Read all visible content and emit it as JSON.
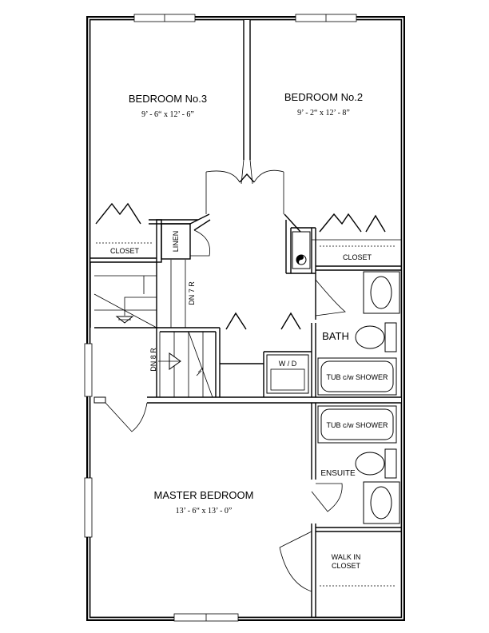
{
  "rooms": {
    "bedroom3": {
      "name": "BEDROOM No.3",
      "dims": "9’ - 6“ x 12’ - 6”"
    },
    "bedroom2": {
      "name": "BEDROOM No.2",
      "dims": "9’ - 2“ x 12’ - 8”"
    },
    "master": {
      "name": "MASTER BEDROOM",
      "dims": "13’ - 6“ x 13’ - 0”"
    },
    "bath": "BATH",
    "ensuite": "ENSUITE",
    "walk_in_closet": [
      "WALK IN",
      "CLOSET"
    ]
  },
  "labels": {
    "closet_left": "CLOSET",
    "closet_right": "CLOSET",
    "linen": "LINEN",
    "stair_upper": "DN 7 R",
    "stair_lower": "DN 8 R",
    "washer_dryer": "W / D",
    "tub_bath": "TUB c/w SHOWER",
    "tub_ensuite": "TUB c/w SHOWER"
  },
  "colors": {
    "line": "#000000",
    "background": "#ffffff"
  }
}
